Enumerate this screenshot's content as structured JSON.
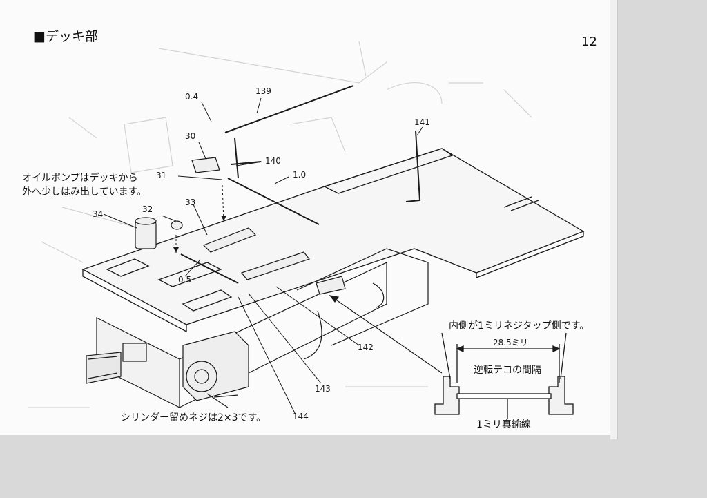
{
  "page": {
    "title": "■デッキ部",
    "page_number": "12"
  },
  "notes": {
    "oil_pump": [
      "オイルポンプはデッキから",
      "外へ少しはみ出しています。"
    ],
    "cylinder_screw": "シリンダー留めネジは2×3です。",
    "inside_tap": "内側が1ミリネジタップ側です。",
    "dimension": "28.5ミリ",
    "reverse_lever_spacing": "逆転テコの間隔",
    "brass_wire": "1ミリ真鍮線"
  },
  "part_labels": {
    "p04": "0.4",
    "p139": "139",
    "p141": "141",
    "p30": "30",
    "p140": "140",
    "p31": "31",
    "p10": "1.0",
    "p32": "32",
    "p33": "33",
    "p34": "34",
    "p05": "0.5",
    "p142": "142",
    "p143": "143",
    "p144": "144"
  },
  "colors": {
    "ink": "#1a1a1a",
    "faint": "#cfcfcf",
    "paper": "#fbfbfb",
    "shade": "#d9d9d9"
  }
}
